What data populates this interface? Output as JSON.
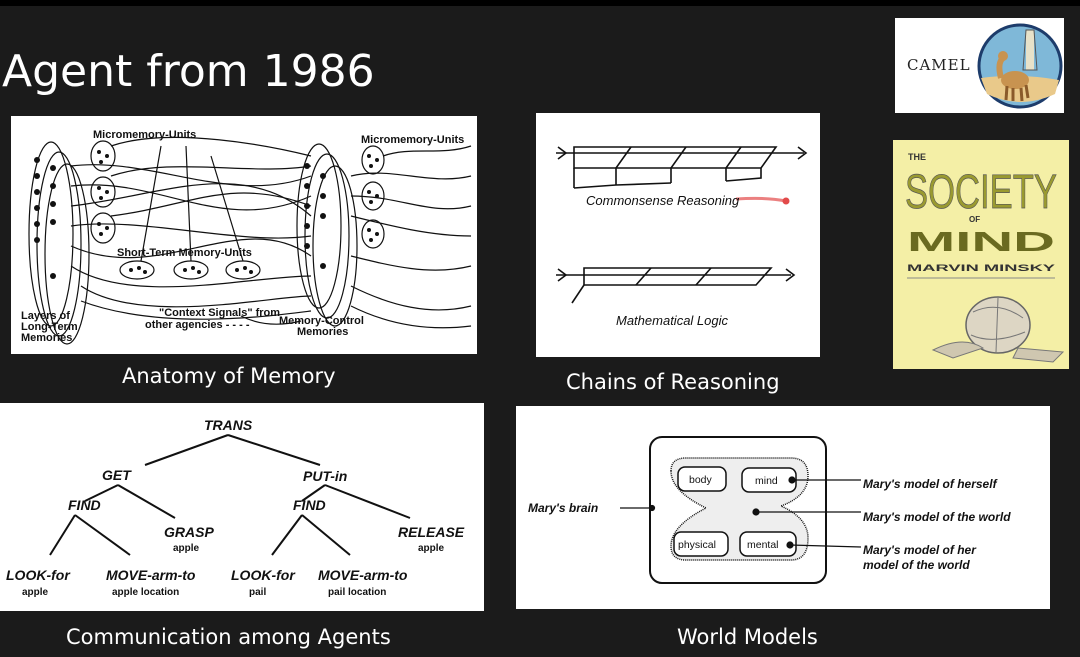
{
  "slide": {
    "title": "Agent from 1986"
  },
  "logo": {
    "text": "CAMEL"
  },
  "book": {
    "line1": "THE",
    "line2": "SOCIETY",
    "line3": "OF",
    "line4": "MIND",
    "author": "MARVIN MINSKY"
  },
  "memory": {
    "caption": "Anatomy of Memory",
    "label_micro_left": "Micromemory-Units",
    "label_micro_right": "Micromemory-Units",
    "label_short_term": "Short-Term Memory-Units",
    "label_context_1": "\"Context Signals\" from",
    "label_context_2": "other agencies - - - -",
    "label_layers_1": "Layers of",
    "label_layers_2": "Long-Term",
    "label_layers_3": "Memories",
    "label_control_1": "Memory-Control",
    "label_control_2": "Memories"
  },
  "reasoning": {
    "caption": "Chains of Reasoning",
    "label_commonsense": "Commonsense Reasoning",
    "label_math": "Mathematical Logic"
  },
  "communication": {
    "caption": "Communication among Agents",
    "nodes": {
      "trans": "TRANS",
      "get": "GET",
      "put_in": "PUT-in",
      "find_left": "FIND",
      "find_right": "FIND",
      "grasp": "GRASP",
      "grasp_sub": "apple",
      "release": "RELEASE",
      "release_sub": "apple",
      "look_left": "LOOK-for",
      "look_left_sub": "apple",
      "move_left": "MOVE-arm-to",
      "move_left_sub": "apple location",
      "look_right": "LOOK-for",
      "look_right_sub": "pail",
      "move_right": "MOVE-arm-to",
      "move_right_sub": "pail location"
    }
  },
  "world": {
    "caption": "World Models",
    "body": "body",
    "mind": "mind",
    "physical": "physical",
    "mental": "mental",
    "brain": "Mary's  brain",
    "herself": "Mary's  model  of  herself",
    "the_world": "Mary's  model  of  the  world",
    "her_model_1": "Mary's  model  of  her",
    "her_model_2": "model  of  the  world"
  }
}
